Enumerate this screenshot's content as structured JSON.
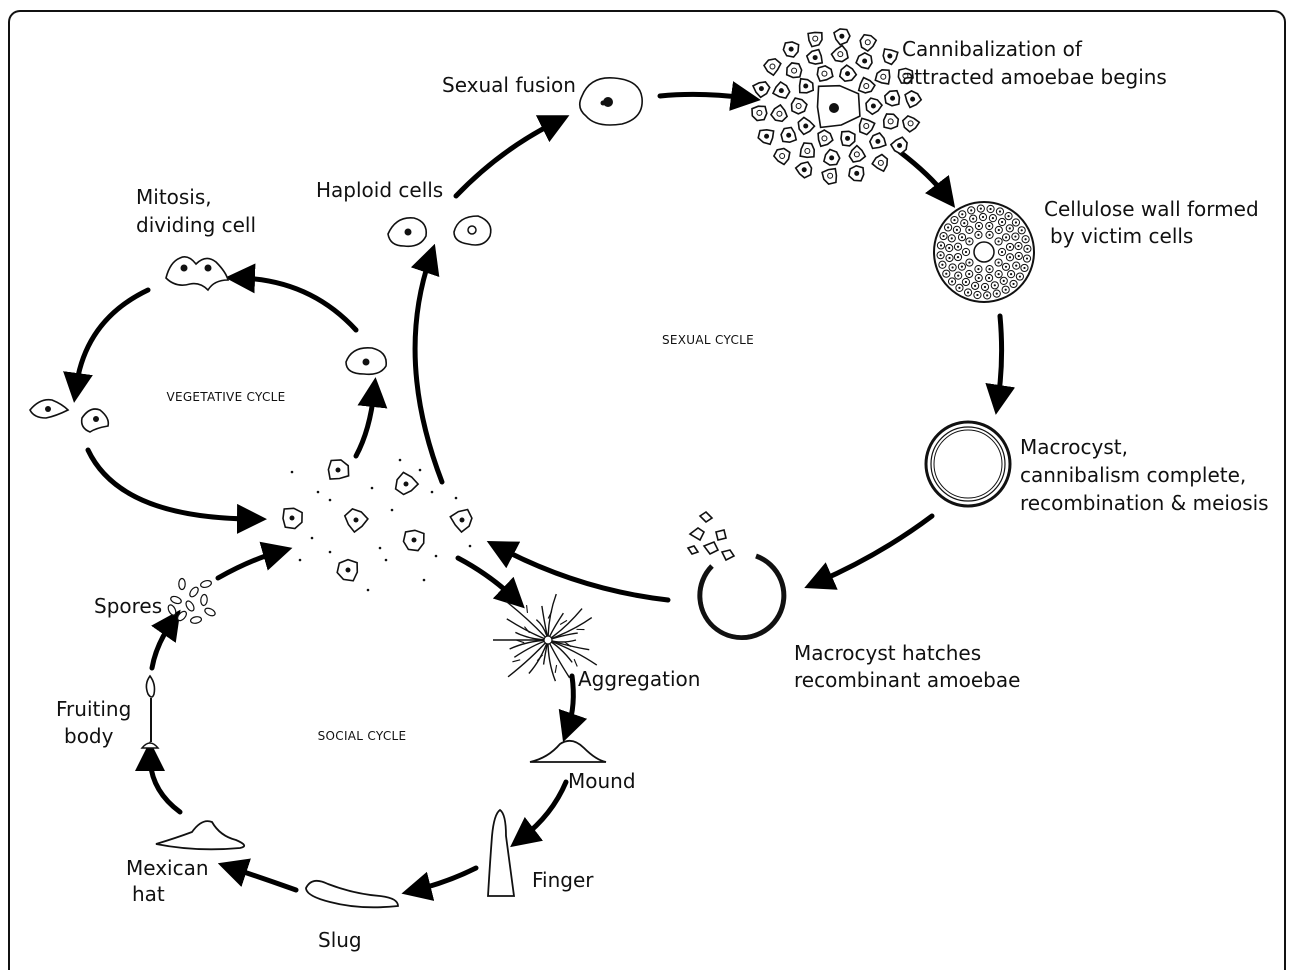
{
  "cycles": {
    "sexual": "SEXUAL CYCLE",
    "vegetative": "VEGETATIVE CYCLE",
    "social": "SOCIAL CYCLE"
  },
  "stages": {
    "sexual_fusion": [
      "Sexual fusion"
    ],
    "cannibalization": [
      "Cannibalization of",
      "attracted amoebae begins"
    ],
    "cellulose_wall": [
      "Cellulose wall formed",
      "by victim cells"
    ],
    "macrocyst": [
      "Macrocyst,",
      "cannibalism complete,",
      "recombination & meiosis"
    ],
    "macrocyst_hatches": [
      "Macrocyst hatches",
      "recombinant amoebae"
    ],
    "haploid_cells": [
      "Haploid cells"
    ],
    "mitosis": [
      "Mitosis,",
      "dividing cell"
    ],
    "aggregation": [
      "Aggregation"
    ],
    "mound": [
      "Mound"
    ],
    "finger": [
      "Finger"
    ],
    "slug": [
      "Slug"
    ],
    "mexican_hat": [
      "Mexican",
      "hat"
    ],
    "fruiting_body": [
      "Fruiting",
      "body"
    ],
    "spores": [
      "Spores"
    ]
  }
}
